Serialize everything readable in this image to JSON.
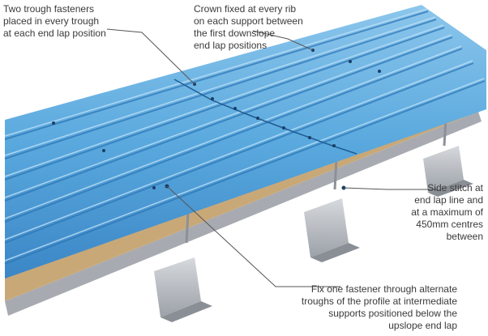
{
  "callouts": {
    "trough_fasteners": "Two trough fasteners\nplaced in every trough\nat each end lap position",
    "crown_fixed": "Crown fixed at every rib\non each support between\nthe first downslope\nend lap positions",
    "side_stitch": "Side stitch at\nend lap line and\nat a maximum of\n450mm centres\nbetween",
    "fix_one_fastener": "Fix one fastener through alternate\ntroughs of the profile at intermediate\nsupports positioned below the\nupslope end lap"
  },
  "colors": {
    "sheet_light": "#8cc6ec",
    "sheet_mid": "#4a9bd6",
    "sheet_dark": "#2f77b6",
    "insulation": "#c9a878",
    "purlin": "#b9bdc3",
    "leader_line": "#555555"
  }
}
